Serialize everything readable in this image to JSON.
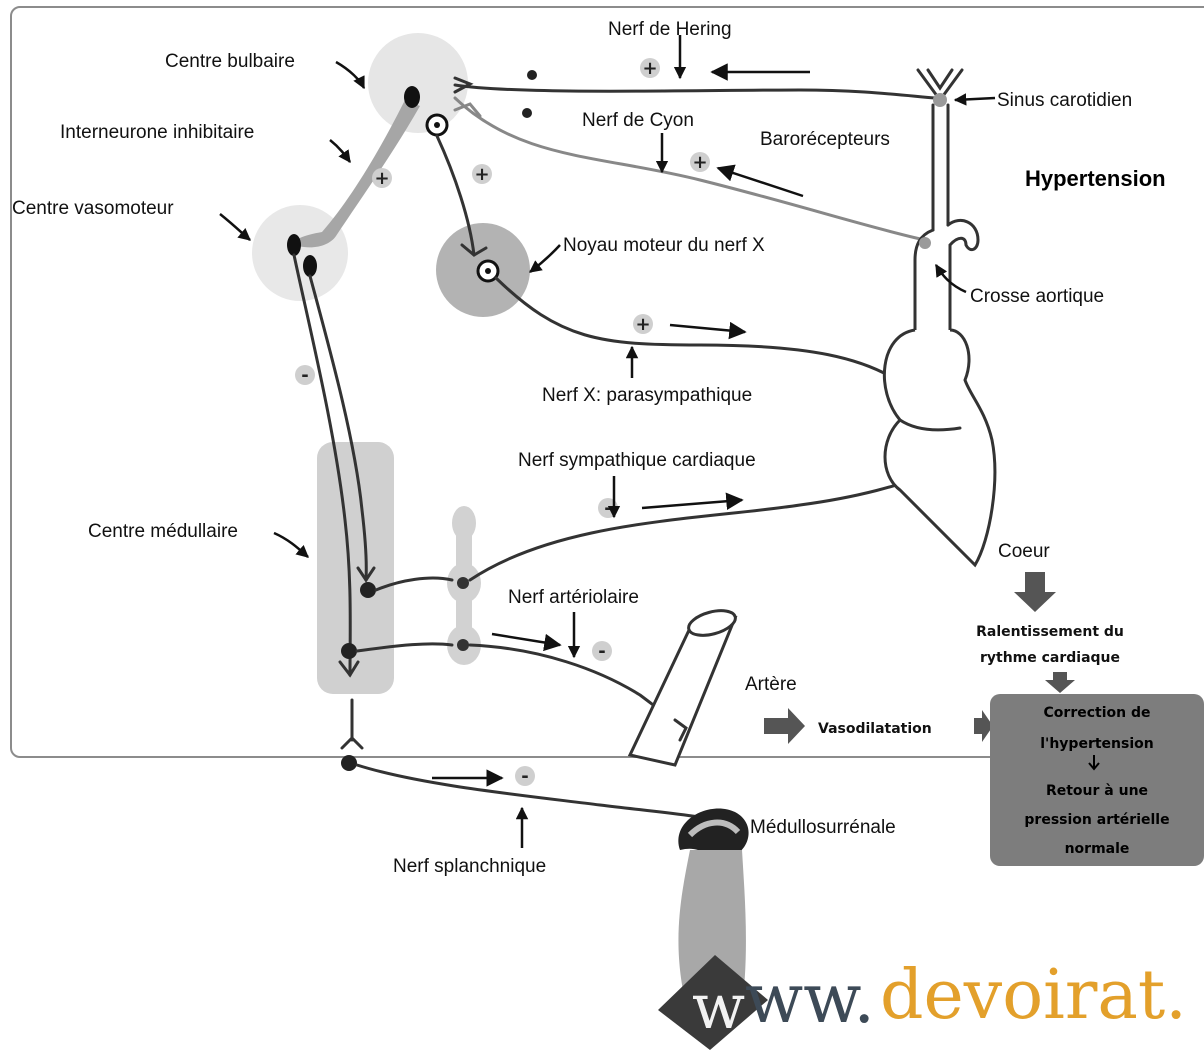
{
  "labels": {
    "centre_bulbaire": "Centre bulbaire",
    "interneurone": "Interneurone inhibitaire",
    "centre_vasomoteur": "Centre vasomoteur",
    "nerf_hering": "Nerf de Hering",
    "nerf_cyon": "Nerf de Cyon",
    "barorecepteurs": "Barorécepteurs",
    "sinus_carotidien": "Sinus carotidien",
    "hypertension": "Hypertension",
    "noyau_moteur": "Noyau moteur du nerf X",
    "crosse_aortique": "Crosse aortique",
    "nerf_x": "Nerf X: parasympathique",
    "nerf_sympathique": "Nerf sympathique cardiaque",
    "centre_medullaire": "Centre médullaire",
    "nerf_arteriolaire": "Nerf artériolaire",
    "artere": "Artère",
    "coeur": "Coeur",
    "vasodilatation": "Vasodilatation",
    "medullosurrenale": "Médullosurrénale",
    "nerf_splanchnique": "Nerf splanchnique"
  },
  "outcomes": {
    "ralentissement_1": "Ralentissement du",
    "ralentissement_2": "rythme cardiaque",
    "box_1": "Correction de",
    "box_2": "l'hypertension",
    "box_3": "Retour à une",
    "box_4": "pression artérielle",
    "box_5": "normale"
  },
  "signs": {
    "plus": "+",
    "minus": "-"
  },
  "watermark": {
    "w": "w",
    "ww": "ww.",
    "devoirat": "devoirat."
  },
  "colors": {
    "light_grey": "#e6e6e6",
    "mid_grey": "#bdbdbd",
    "dark_grey": "#808080",
    "box": "#7d7d7d",
    "nerve": "#333333",
    "watermark_orange": "#e3a02b",
    "watermark_dark": "#3d4a57"
  }
}
